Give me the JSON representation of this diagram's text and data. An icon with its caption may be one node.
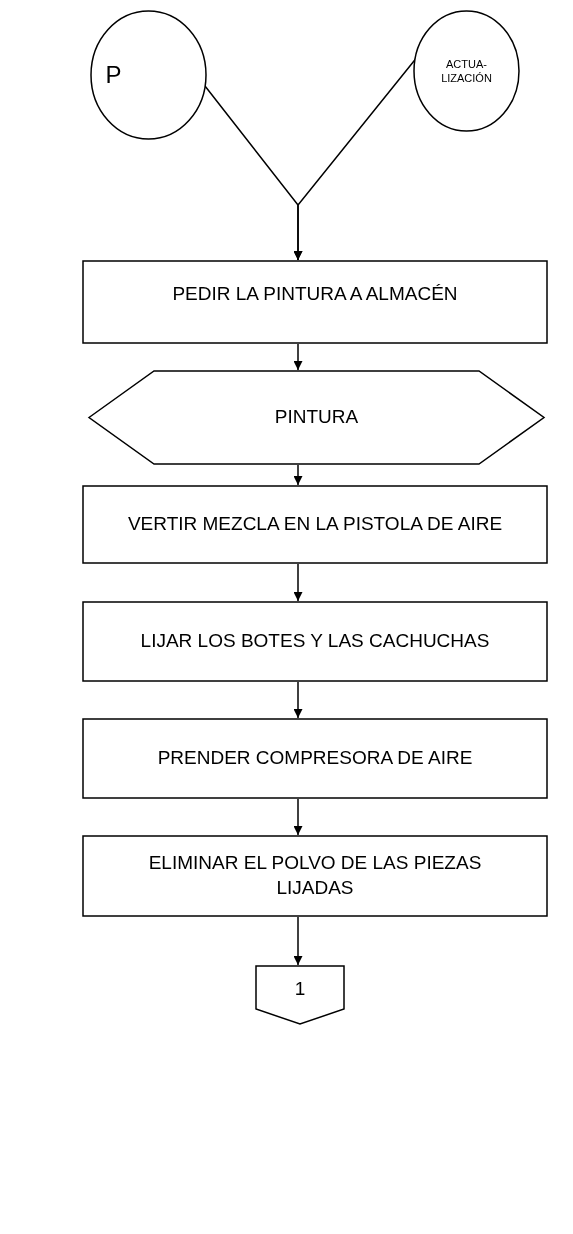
{
  "diagram": {
    "nodes": [
      {
        "text": [
          "P"
        ]
      },
      {
        "text": [
          "ACTUA- LIZACIÓN"
        ]
      },
      {
        "text": [
          "PEDIR LA PINTURA  A ALMACÉN"
        ]
      },
      {
        "text": [
          "PINTURA"
        ]
      },
      {
        "text": [
          "VERTIR MEZCLA EN LA PISTOLA DE AIRE"
        ]
      },
      {
        "text": [
          "LIJAR LOS BOTES Y LAS CACHUCHAS"
        ]
      },
      {
        "text": [
          "PRENDER COMPRESORA DE AIRE"
        ]
      },
      {
        "text": [
          "ELIMINAR EL POLVO DE LAS PIEZAS LIJADAS"
        ]
      },
      {
        "text": [
          "1"
        ]
      }
    ],
    "edges": [
      {
        "from": 0,
        "to": 2,
        "arrow": "to"
      },
      {
        "from": 1,
        "to": 2,
        "arrow": "to"
      },
      {
        "from": 2,
        "to": 3,
        "arrow": "to"
      },
      {
        "from": 3,
        "to": 4,
        "arrow": "to"
      },
      {
        "from": 4,
        "to": 5,
        "arrow": "to"
      },
      {
        "from": 5,
        "to": 6,
        "arrow": "to"
      },
      {
        "from": 6,
        "to": 7,
        "arrow": "to"
      },
      {
        "from": 7,
        "to": 8,
        "arrow": "to"
      }
    ]
  }
}
